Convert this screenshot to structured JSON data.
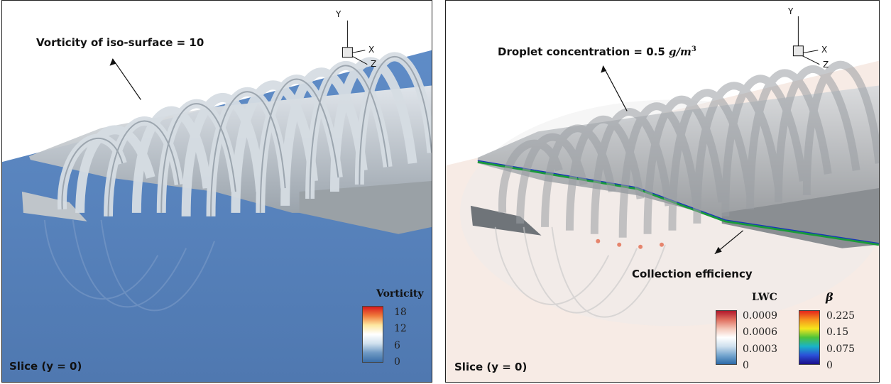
{
  "left_panel": {
    "title": "Vorticity of iso-surface = 10",
    "slice_label": "Slice (y = 0)",
    "legend": {
      "title": "Vorticity",
      "ticks": [
        "18",
        "12",
        "6",
        "0"
      ]
    },
    "axes": {
      "y": "Y",
      "x": "X",
      "z": "Z"
    },
    "colors": {
      "slice": "#5e8ac4",
      "surface": "#c9d3dc"
    }
  },
  "right_panel": {
    "title_text": "Droplet concentration = 0.5 ",
    "title_unit": "g/m",
    "title_exp": "3",
    "annotation": "Collection efficiency",
    "slice_label": "Slice (y = 0)",
    "legend_lwc": {
      "title": "LWC",
      "ticks": [
        "0.0009",
        "0.0006",
        "0.0003",
        "0"
      ]
    },
    "legend_beta": {
      "title": "β",
      "ticks": [
        "0.225",
        "0.15",
        "0.075",
        "0"
      ]
    },
    "axes": {
      "y": "Y",
      "x": "X",
      "z": "Z"
    },
    "colors": {
      "slice": "#f7e9e2",
      "surface": "#b9bcbf"
    }
  }
}
